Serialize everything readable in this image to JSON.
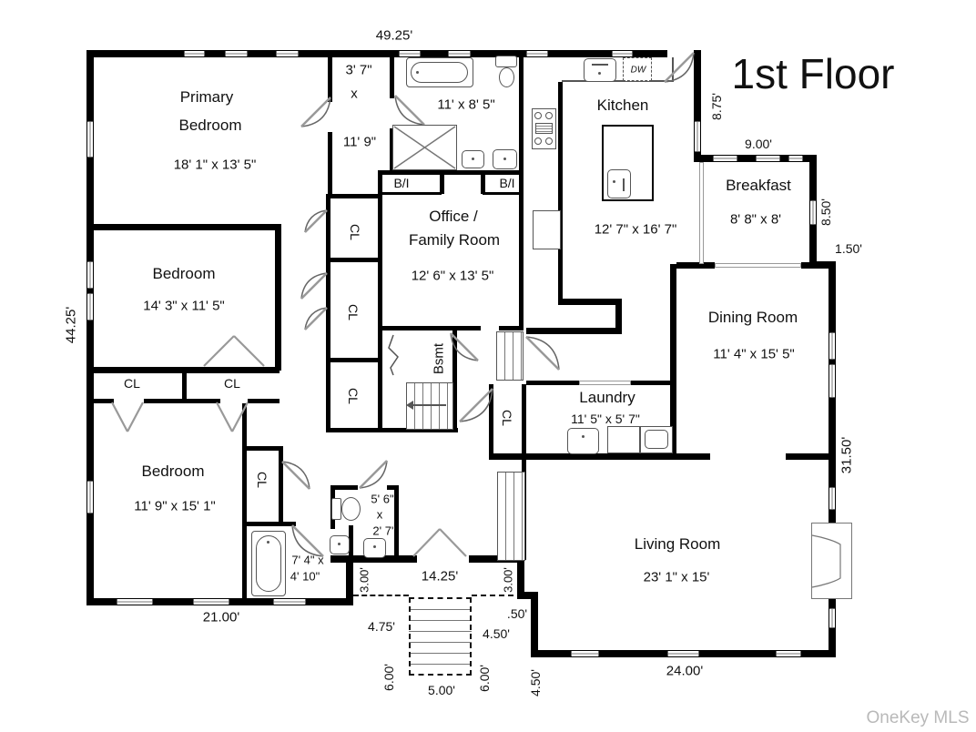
{
  "title": "1st Floor",
  "watermark": "OneKey MLS",
  "labels": {
    "cl": "CL",
    "bi": "B/I",
    "dw": "DW",
    "bsmt": "Bsmt"
  },
  "rooms": {
    "primary_bedroom": {
      "name1": "Primary",
      "name2": "Bedroom",
      "dims": "18' 1\" x 13' 5\""
    },
    "hall": {
      "w": "3' 7\"",
      "x": "x",
      "h": "11' 9\""
    },
    "main_bath": {
      "dims": "11' x 8' 5\""
    },
    "office": {
      "name1": "Office /",
      "name2": "Family Room",
      "dims": "12' 6\" x 13' 5\""
    },
    "kitchen": {
      "name": "Kitchen",
      "dims": "12' 7\" x 16' 7\""
    },
    "breakfast": {
      "name": "Breakfast",
      "dims": "8' 8\" x 8'"
    },
    "dining": {
      "name": "Dining Room",
      "dims": "11' 4\" x 15' 5\""
    },
    "laundry": {
      "name": "Laundry",
      "dims": "11' 5\" x 5' 7\""
    },
    "living": {
      "name": "Living Room",
      "dims": "23' 1\" x 15'"
    },
    "bedroom_mid": {
      "name": "Bedroom",
      "dims": "14' 3\" x 11' 5\""
    },
    "bedroom_lower": {
      "name": "Bedroom",
      "dims": "11' 9\" x 15' 1\""
    },
    "hall_bath": {
      "dims1": "7' 4\" x",
      "dims2": "4' 10\""
    },
    "powder": {
      "w": "5' 6\"",
      "x": "x",
      "h": "2' 7\""
    }
  },
  "dims": {
    "top": "49.25'",
    "left": "44.25'",
    "kitchen_east": "8.75'",
    "breakfast_north": "9.00'",
    "breakfast_east": "8.50'",
    "step_east": "1.50'",
    "right": "31.50'",
    "bottom_left": "21.00'",
    "entry_width": "14.25'",
    "entry_depth_left": "3.00'",
    "entry_depth_right": "3.00'",
    "porch_left": "4.75'",
    "porch_step": ".50'",
    "porch_right": "4.50'",
    "steps_depth_left": "6.00'",
    "steps_depth_right": "6.00'",
    "steps_width": "5.00'",
    "living_west": "4.50'",
    "bottom_right": "24.00'"
  }
}
